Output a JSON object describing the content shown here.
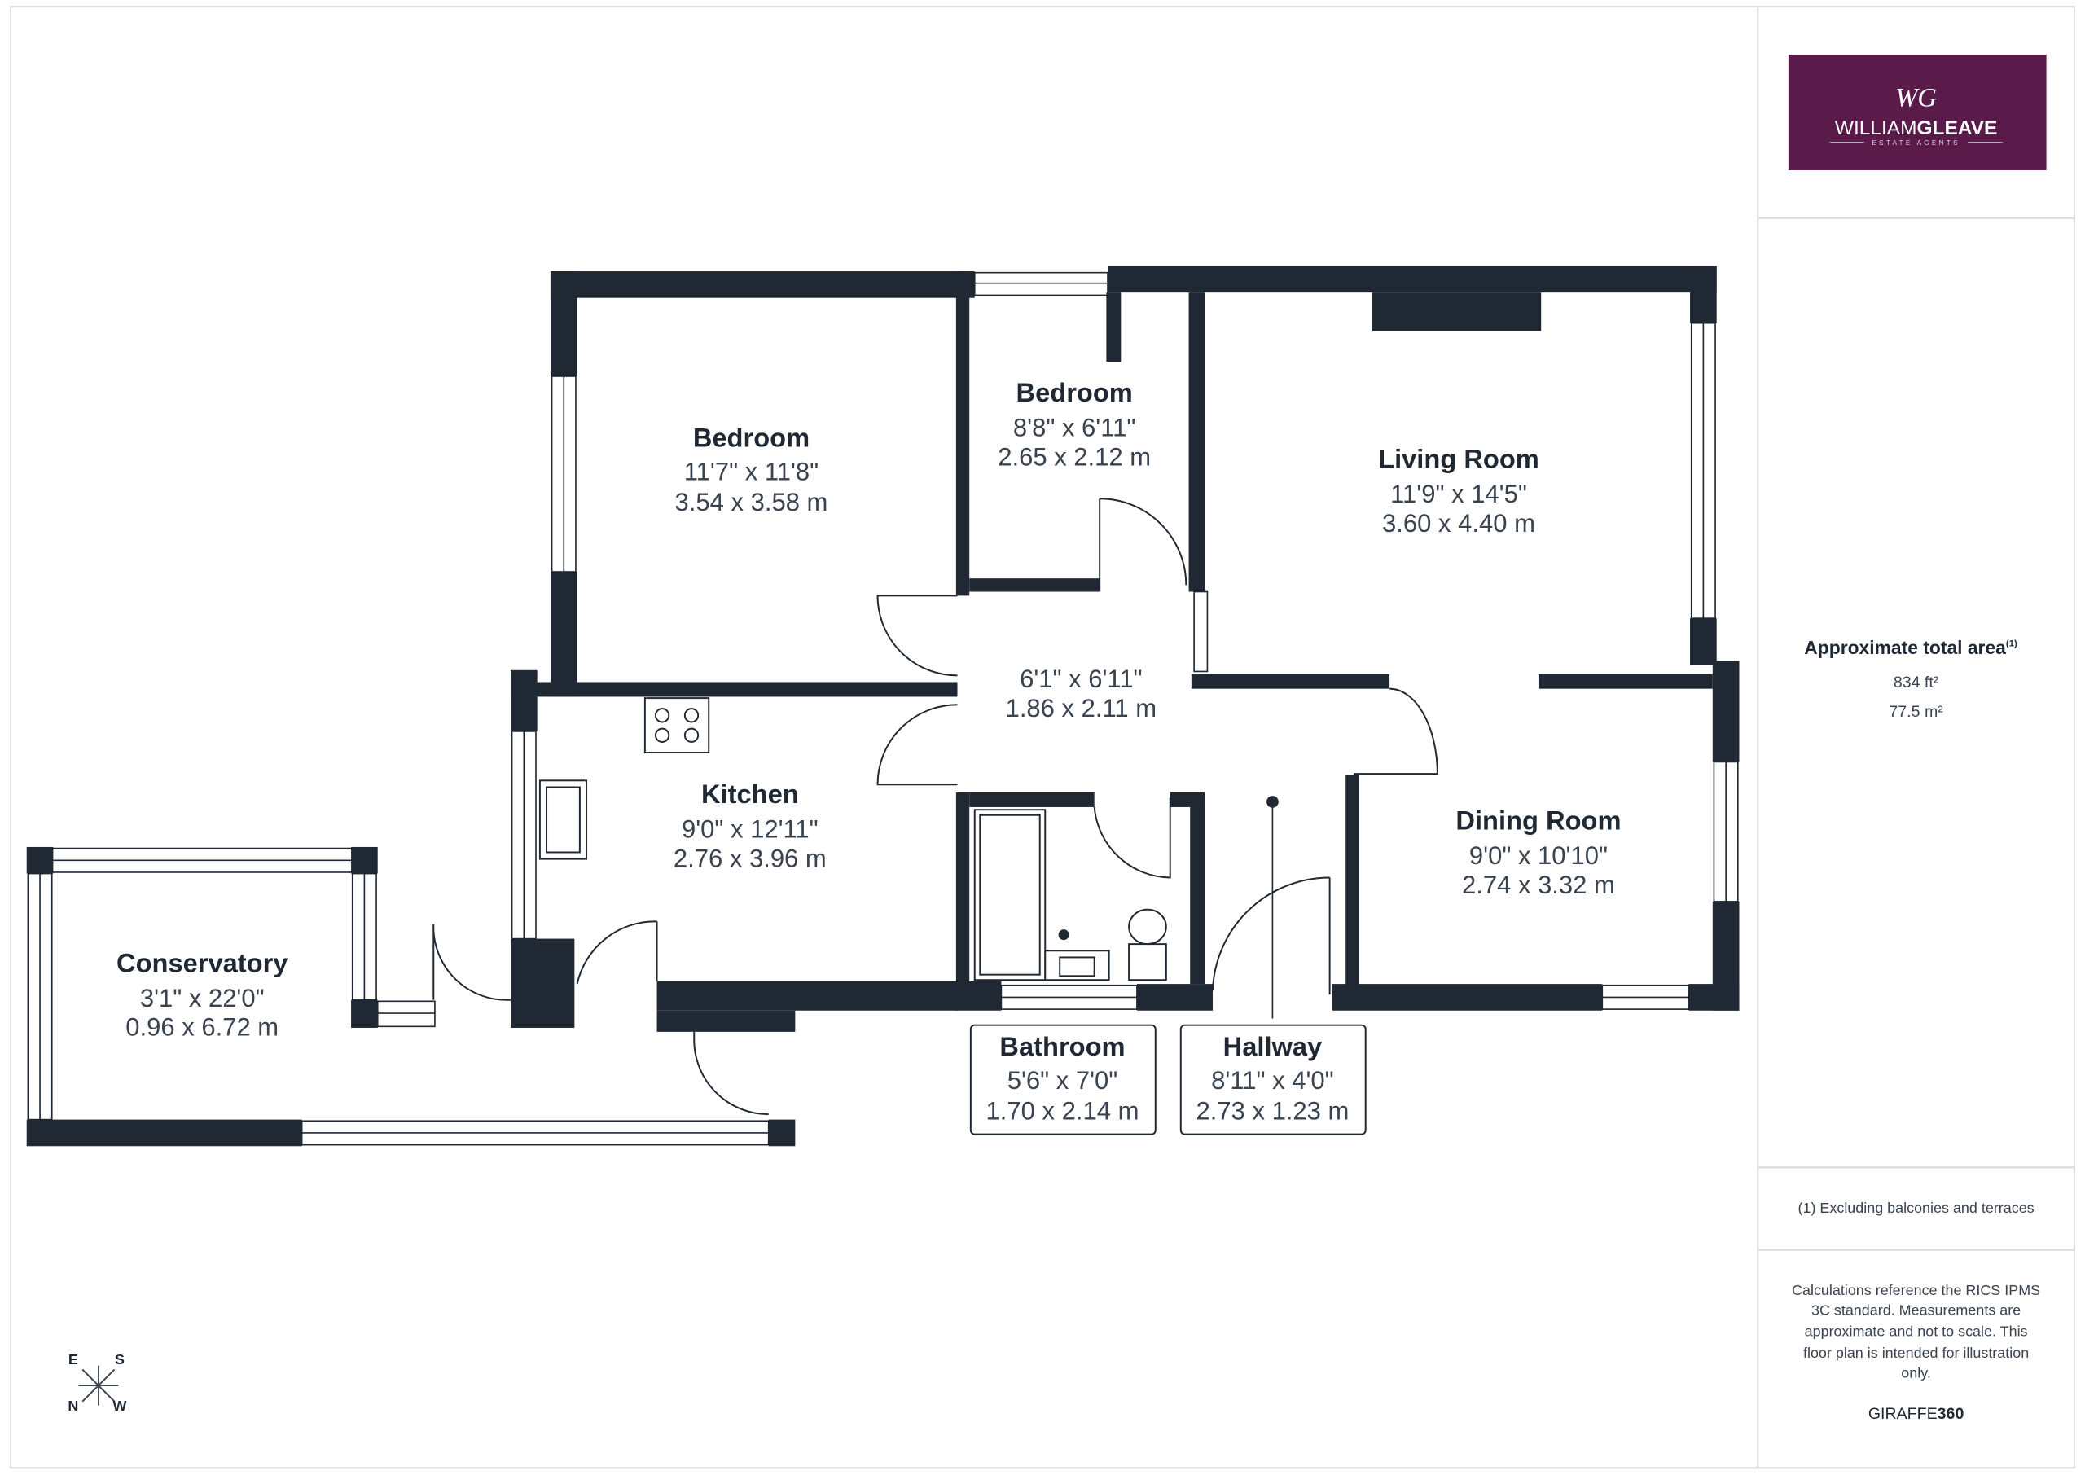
{
  "logo": {
    "brand": "WILLIAMGLEAVE",
    "brand_light": "WILLIAM",
    "brand_bold": "GLEAVE",
    "tagline": "ESTATE AGENTS",
    "monogram": "WG",
    "color": "#5a1a4a"
  },
  "rooms": {
    "bedroom1": {
      "name": "Bedroom",
      "imperial": "11'7\" x 11'8\"",
      "metric": "3.54 x 3.58 m"
    },
    "bedroom2": {
      "name": "Bedroom",
      "imperial": "8'8\" x 6'11\"",
      "metric": "2.65 x 2.12 m"
    },
    "living": {
      "name": "Living Room",
      "imperial": "11'9\" x 14'5\"",
      "metric": "3.60 x 4.40 m"
    },
    "landing": {
      "imperial": "6'1\" x 6'11\"",
      "metric": "1.86 x 2.11 m"
    },
    "kitchen": {
      "name": "Kitchen",
      "imperial": "9'0\" x 12'11\"",
      "metric": "2.76 x 3.96 m"
    },
    "dining": {
      "name": "Dining Room",
      "imperial": "9'0\" x 10'10\"",
      "metric": "2.74 x 3.32 m"
    },
    "conservatory": {
      "name": "Conservatory",
      "imperial": "3'1\" x 22'0\"",
      "metric": "0.96 x 6.72 m"
    },
    "bathroom": {
      "name": "Bathroom",
      "imperial": "5'6\" x 7'0\"",
      "metric": "1.70 x 2.14 m"
    },
    "hallway": {
      "name": "Hallway",
      "imperial": "8'11\" x 4'0\"",
      "metric": "2.73 x 1.23 m"
    }
  },
  "area": {
    "title": "Approximate total area",
    "footnote_mark": "(1)",
    "imperial": "834 ft²",
    "metric": "77.5 m²"
  },
  "footnote": "(1) Excluding balconies and terraces",
  "disclaimer": [
    "Calculations reference the RICS IPMS",
    "3C standard. Measurements are",
    "approximate and not to scale. This",
    "floor plan is intended for illustration",
    "only."
  ],
  "credit": {
    "light": "GIRAFFE",
    "bold": "360"
  },
  "compass": {
    "top_left": "E",
    "top_right": "S",
    "bottom_left": "N",
    "bottom_right": "W"
  },
  "colors": {
    "wall": "#1f2833",
    "brand": "#5a1a4a"
  }
}
